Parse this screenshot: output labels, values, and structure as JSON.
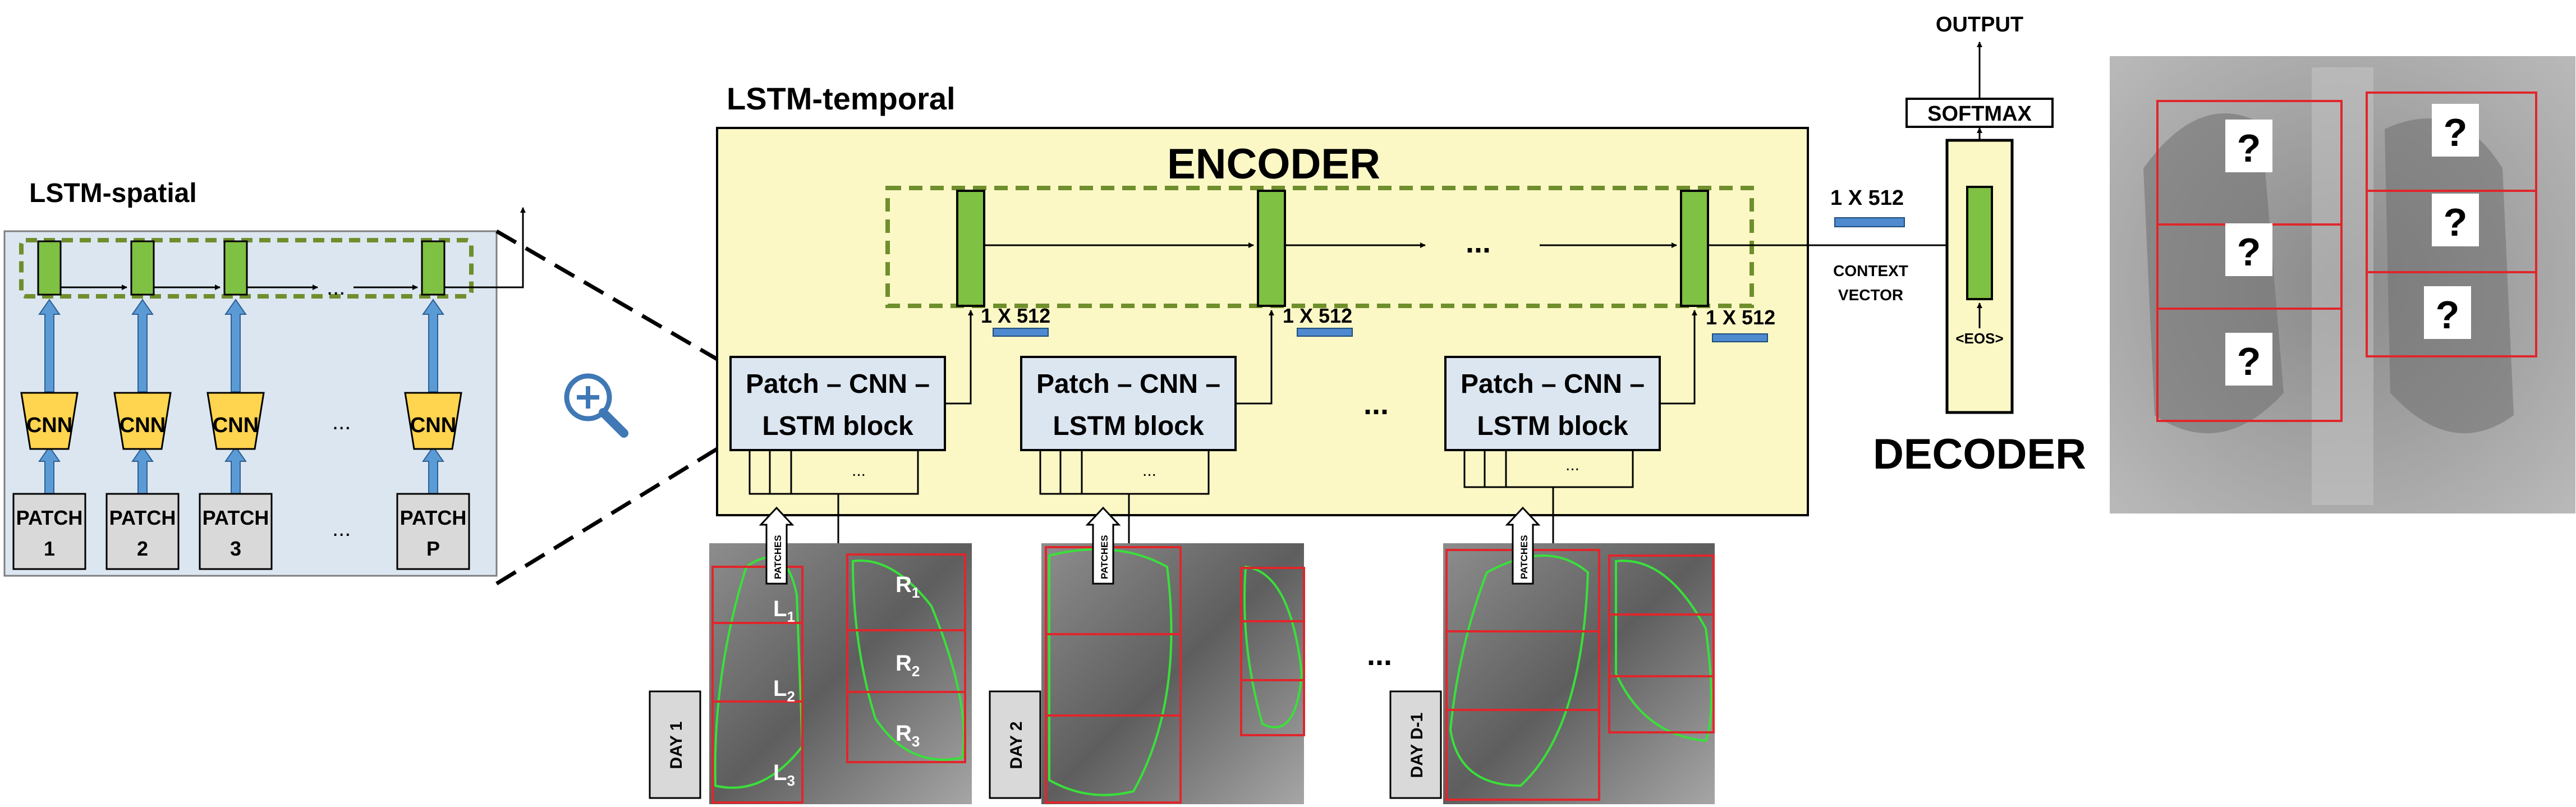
{
  "spatial": {
    "title": "LSTM-spatial",
    "cnn_label": "CNN",
    "patches": [
      {
        "line1": "PATCH",
        "line2": "1"
      },
      {
        "line1": "PATCH",
        "line2": "2"
      },
      {
        "line1": "PATCH",
        "line2": "3"
      },
      {
        "line1": "PATCH",
        "line2": "P"
      }
    ],
    "ellipsis": "..."
  },
  "temporal": {
    "title": "LSTM-temporal",
    "encoder_label": "ENCODER",
    "block_line1": "Patch – CNN –",
    "block_line2": "LSTM block",
    "vec_label": "1 X 512",
    "ellipsis": "...",
    "patches_tag": "PATCHES",
    "sub_ellipsis": "..."
  },
  "context": {
    "vec_label": "1 X 512",
    "line1": "CONTEXT",
    "line2": "VECTOR"
  },
  "decoder": {
    "label": "DECODER",
    "softmax": "SOFTMAX",
    "output": "OUTPUT",
    "eos": "<EOS>"
  },
  "days": [
    {
      "label": "DAY 1",
      "lung_labels": [
        {
          "main": "L",
          "sub": "1"
        },
        {
          "main": "L",
          "sub": "2"
        },
        {
          "main": "L",
          "sub": "3"
        },
        {
          "main": "R",
          "sub": "1"
        },
        {
          "main": "R",
          "sub": "2"
        },
        {
          "main": "R",
          "sub": "3"
        }
      ]
    },
    {
      "label": "DAY 2"
    },
    {
      "label": "DAY D-1"
    }
  ],
  "days_ellipsis": "...",
  "prediction_mark": "?",
  "colors": {
    "spatial_bg": "#dce6f1",
    "encoder_bg": "#fbf8c6",
    "lstm_cell": "#7fc142",
    "cnn_fill": "#ffd44f",
    "arrow_blue": "#5b9bd5",
    "grid_red": "#e0262b",
    "lung_outline": "#39e03a",
    "dash_green": "#6f8f2c"
  }
}
